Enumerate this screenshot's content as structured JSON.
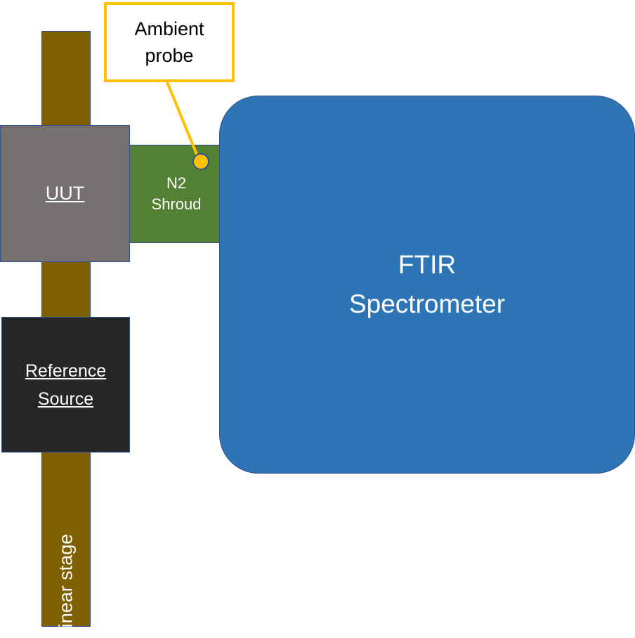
{
  "stage": {
    "label": "Linear stage"
  },
  "uut": {
    "label": "UUT"
  },
  "reference_source": {
    "line1": "Reference",
    "line2": "Source"
  },
  "shroud": {
    "line1": "N2",
    "line2": "Shroud"
  },
  "ftir": {
    "line1": "FTIR",
    "line2": "Spectrometer"
  },
  "callout": {
    "line1": "Ambient",
    "line2": "probe"
  },
  "colors": {
    "stage": "#7f6000",
    "uut": "#767171",
    "reference_source": "#262626",
    "shroud": "#548235",
    "ftir": "#2e75b6",
    "probe": "#ffc000",
    "outline": "#2f528f"
  }
}
